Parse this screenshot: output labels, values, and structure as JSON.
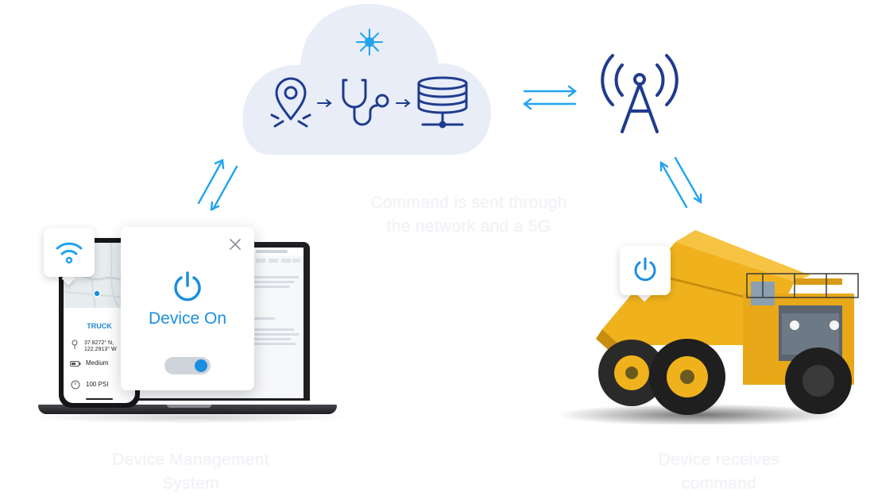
{
  "center_caption": [
    "Command is sent through",
    "the network and a 5G"
  ],
  "left_caption": [
    "Device Management",
    "System"
  ],
  "right_caption": [
    "Device receives",
    "command"
  ],
  "device_card": {
    "status_label": "Device On",
    "toggle_on": true
  },
  "phone": {
    "title": "TRUCK",
    "coords_line1": "37.8272° N,",
    "coords_line2": "122.2913° W",
    "fuel": "Medium",
    "pressure": "100 PSI"
  },
  "colors": {
    "primary_blue": "#1a8fe0",
    "dark_blue": "#1f3b8f",
    "arrow_blue": "#21a3ee",
    "cloud": "#e8edf8",
    "truck_yellow": "#f0b21c"
  },
  "icons": [
    "sparkle-icon",
    "location-pin-icon",
    "stethoscope-icon",
    "database-icon",
    "cell-tower-icon",
    "wifi-icon",
    "power-icon",
    "close-icon"
  ]
}
